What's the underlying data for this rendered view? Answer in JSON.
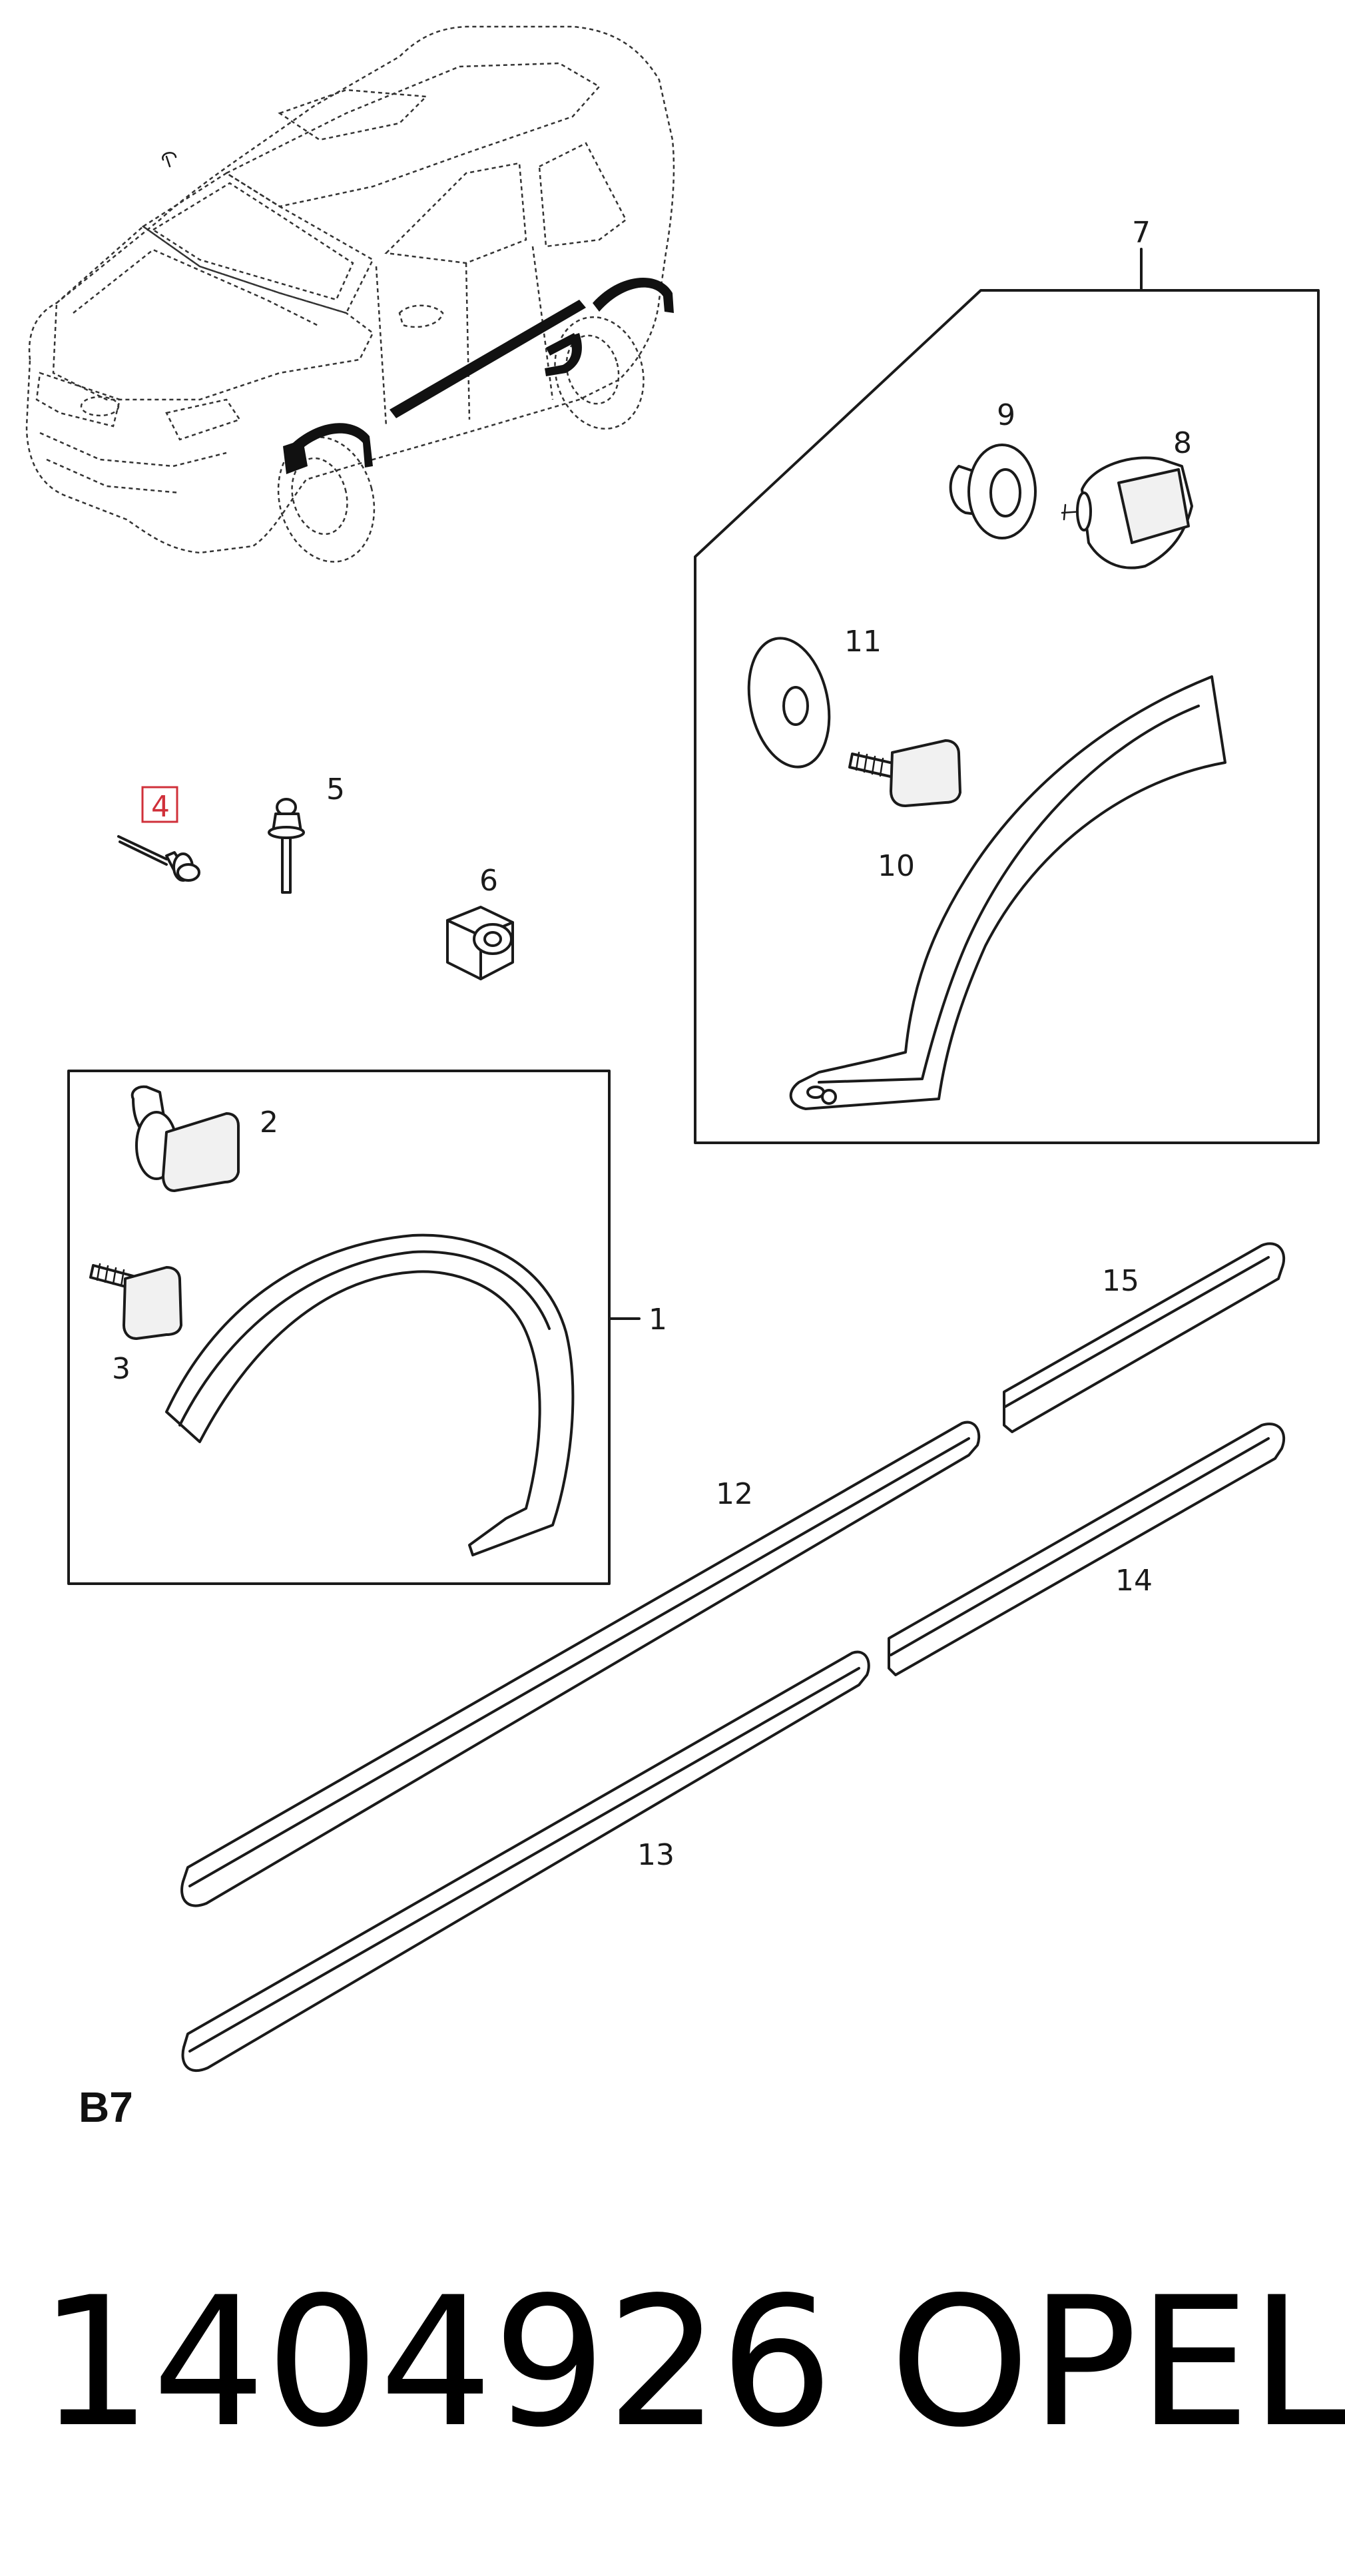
{
  "callouts": {
    "c1": "1",
    "c2": "2",
    "c3": "3",
    "c4": "4",
    "c5": "5",
    "c6": "6",
    "c7": "7",
    "c8": "8",
    "c9": "9",
    "c10": "10",
    "c11": "11",
    "c12": "12",
    "c13": "13",
    "c14": "14",
    "c15": "15"
  },
  "highlighted_callout": "4",
  "highlight_color": "#d0303a",
  "reference_code": "B7",
  "part_number": "1404926",
  "brand": "OPEL",
  "icons": {
    "car": "car-illustration",
    "screw": "screw-icon",
    "nut": "nut-icon",
    "clip": "clip-icon",
    "grommet": "grommet-icon",
    "washer": "washer-icon"
  }
}
